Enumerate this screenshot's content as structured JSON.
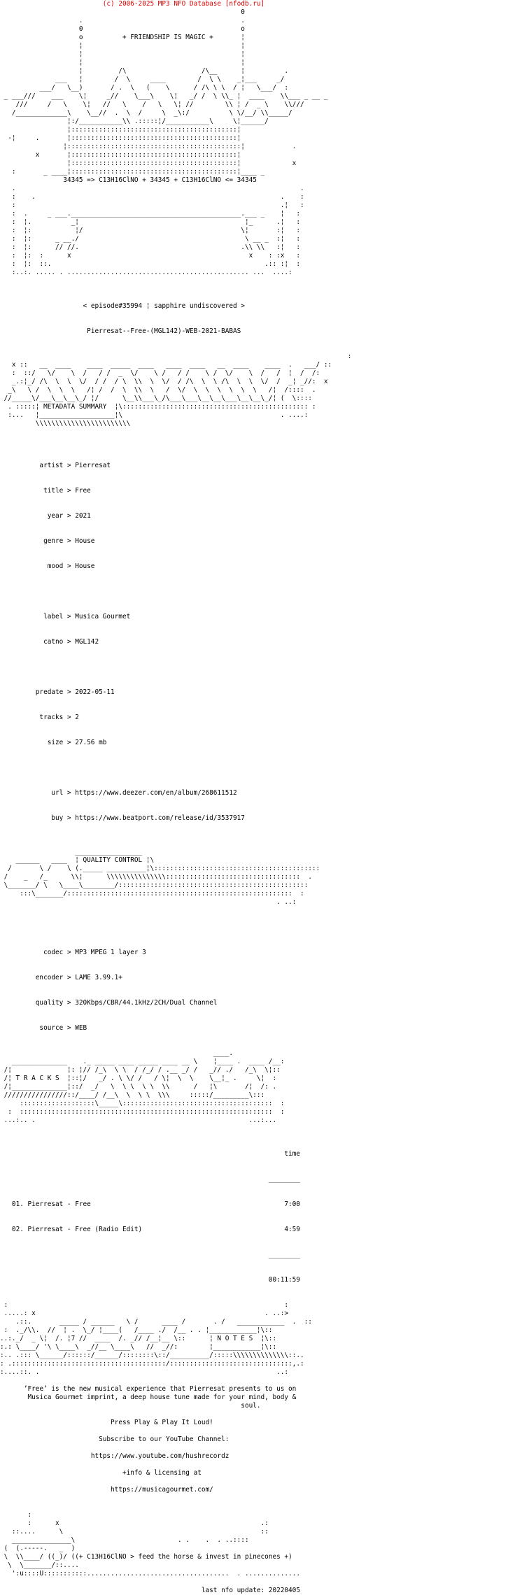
{
  "colors": {
    "header_red": "#dd0000",
    "text": "#000000",
    "background": "#ffffff"
  },
  "ui": {
    "sep": ">"
  },
  "header": {
    "copyright_line": "                          (c) 2006-2025 MP3 NFO Database [nfodb.ru]"
  },
  "art": {
    "top_a": [
      "                                                             0",
      "                    .                                        .",
      "                    0                                        o"
    ],
    "tagline_line": "                    o          + FRIENDSHIP IS MAGIC +       ¦",
    "top_b": [
      "                    ¦                                        ¦",
      "                    ¦                                        ¦",
      "                    ¦                                        ¦",
      "                    ¦         /\\                   /\\__      ¦          .",
      "              ___   ¦        /  \\     ____        /  \\ \\    _¦___     _/",
      "          ___/   \\__)       / .  \\   (    \\      / /\\ \\ \\  / ¦   \\___/  :",
      " _ ___///    ___    \\¦     _//    \\___\\    \\¦   _/ /  \\ \\\\_ ¦  ____    \\\\___ _ __ _",
      "    ///     /   \\    \\¦   //   \\    /   \\   \\¦ //        \\\\ ¦ /  _ \\    \\\\///",
      "   /_____________\\    \\__//  .  \\  /     \\  _\\:/          \\ \\/__/ \\\\_____/",
      "                 ¦:/___________\\\\ .:::::¦/___________\\     \\¦______/",
      "                 ¦::::::::::::::::::::::::::::::::::::::::::¦",
      "  -¦     .       ¦::::::::::::::::::::::::::::::::::::::::::¦",
      "                ¦::::::::::::::::::::::::::::::::::::::::::::¦            .",
      "         x       ¦::::::::::::::::::::::::::::::::::::::::::¦",
      "                 ¦::::::::::::::::::::::::::::::::::::::::::¦             x",
      "   :       _ ____¦::::::::::::::::::::::::::::::::::::::::::¦____ _"
    ],
    "formula_line": "                34345 => C13H16ClNO + 34345 + C13H16ClNO <= 34345",
    "top_c": [
      "   .                                                                        .",
      "   :    .                                                              .    :",
      "   :                                                                   .¦   :",
      "   :  .     _ ___.___________________________________________.___ _    ¦   :",
      "   :  ¦.          _¦                                          ¦_      .¦   :",
      "   :  ¦:           ¦/                                        \\¦       :¦   :",
      "   :  ¦:      _ __./                                          \\ __ _  :¦   :",
      "   :  ¦:      // //.                                         .\\\\ \\\\   :¦   :",
      "   :  ¦:  :      x                                             x    : :x   :",
      "   :  ¦:  ::.                                                      .:: :¦  :",
      "   :..:. ..... . .............................................. ...  ....:"
    ],
    "banner_metadata": [
      "                                                                                        :",
      "   x ::   __  ____    ____  _____  ____   ____  ____   __  ____    ____  .   ___/ ::",
      "   :  ::/   \\/    \\  /   / /  _  \\/    \\ /   / /    \\ /  \\/    \\  /   /  ¦  /  /:",
      "   _.:¦_/ /\\  \\  \\  \\/  / /  / \\  \\\\  \\  \\/  / /\\  \\  \\ /\\  \\  \\  \\/  /  _¦ _//:  x",
      "  _\\   \\ /  \\  \\  \\   /¦ /  /  \\  \\\\  \\   /  \\/  \\  \\  \\  \\  \\  \\   /¦  /::::  .",
      " //_____\\/___\\__\\__\\_/ ¦/      \\__\\\\___\\_/\\___\\___\\__\\__\\___\\__\\__\\_/¦ (  \\::::",
      "  . :::::¦ METADATA SUMMARY  ¦\\::::::::::::::::::::::::::::::::::::::::::::::: :",
      "  :...   ¦___________________¦\\                                        . ....:",
      "         \\\\\\\\\\\\\\\\\\\\\\\\\\\\\\\\\\\\\\\\\\\\\\\\"
    ],
    "banner_quality": [
      "                   _________________",
      "    ______   ____  ¦ QUALITY CONTROL ¦\\",
      "  /       \\ /    \\ (._____ __________¦\\::::::::::::::::::::::::::::::::::::::::::",
      " /    _   /_      \\\\¦      \\\\\\\\\\\\\\\\\\\\\\\\\\\\\\::::::::::::::::::::::::::::::::::  .",
      " \\_______/ \\   \\____\\________/::::::::::::::::::::::::::::::::::::::::::::::::",
      "     :::\\_______/:::::::::::::::::::::::::::::::::::::::::::::::::::::::::  :",
      "                                                                      . ..:"
    ],
    "banner_tracks": [
      "                                                      ____.",
      "   ______________    ._ _____ ____ _____ ____ __ \\    ¦____ .  ____ /__:",
      " /¦              ¦: ¦// /_\\  \\ \\  / /_/ / .__ _/ /   _// ./   /_\\  \\¦::",
      " /¦ T R A C K S  ¦::¦/   _/ . \\ \\/ /   / \\¦  \\  \\    \\__¦_ .     \\¦  :",
      " /¦______________¦::/  _/   \\  \\ \\  \\ \\  \\\\      /   ¦\\       /¦  /: .",
      " ////////////////::/____/ /__\\  \\  \\ \\  \\\\\\     :::::/_________\\:::",
      "     :::::::::::::::::::\\_____\\::::::::::::::::::::::::::::::::::::::  :",
      "  :  ::::::::::::::::::::::::::::::::::::::::::::::::::::::::::::::::  :",
      " ...:.. .                                                      ...:..."
    ],
    "banner_notes": [
      " :                                                                      :",
      " .....: x                                                          . ..:>",
      "    .::.       _____ / ______   \\ /      ____ /       . /   ____________  .  ::",
      " :  ._/\\\\.  //  ¦ .  \\_/ ¦____(   /____ ./  /__ . . ¦____________¦\\::",
      "..:._/  _ \\¦  /. ¦7 //  ____  /. _// /__¦__ \\::      ¦ N O T E S  ¦\\::",
      ":.: \\____/ '\\ \\____\\  _//__ \\____\\   //  _//:        ¦____________¦\\::",
      ":.. .::: \\______/::::::/______/::::::::\\::/__________/:::::\\\\\\\\\\\\\\\\\\\\\\\\\\\\::..",
      ": .:::::::::::::::::::::::::::::::::::::::/:::::::::::::::::::::::::::::::,.:",
      ":....::. .                                                            ..:"
    ],
    "bottom": [
      "       :",
      "       :      x                                                   .:",
      "   ::....      \\                                                  ::",
      "   _______________\\                          . .    .  . ..::::",
      " (  (.-----.   _  )",
      " \\  \\\\____/ ((_)/ ((+ C13H16ClNO > feed the horse & invest in pinecones +)",
      "  \\  \\_______/::....",
      "   ':u::::U:::::::::::....................................  . .............."
    ]
  },
  "release": {
    "episode_line": "                     < episode#35994 ¦ sapphire undiscovered >",
    "release_name_line": "                      Pierresat--Free-(MGL142)-WEB-2021-BABAS",
    "metadata_banner_label": "METADATA SUMMARY",
    "meta_rows": [
      {
        "key": "artist",
        "value": "Pierresat"
      },
      {
        "key": "title",
        "value": "Free"
      },
      {
        "key": "year",
        "value": "2021"
      },
      {
        "key": "genre",
        "value": "House"
      },
      {
        "key": "mood",
        "value": "House"
      },
      {
        "key": "label",
        "value": "Musica Gourmet"
      },
      {
        "key": "catno",
        "value": "MGL142"
      },
      {
        "key": "predate",
        "value": "2022-05-11"
      },
      {
        "key": "tracks",
        "value": "2"
      },
      {
        "key": "size",
        "value": "27.56 mb"
      },
      {
        "key": "url",
        "value": "https://www.deezer.com/en/album/268611512"
      },
      {
        "key": "buy",
        "value": "https://www.beatport.com/release/id/3537917"
      }
    ]
  },
  "quality": {
    "banner_label": "QUALITY CONTROL",
    "rows": [
      {
        "key": "codec",
        "value": "MP3 MPEG 1 layer 3"
      },
      {
        "key": "encoder",
        "value": "LAME 3.99.1+"
      },
      {
        "key": "quality",
        "value": "320Kbps/CBR/44.1kHz/2CH/Dual Channel"
      },
      {
        "key": "source",
        "value": "WEB"
      }
    ]
  },
  "tracklist": {
    "banner_label": "T R A C K S",
    "time_header": "time",
    "rule": "________",
    "tracks": [
      {
        "number": "01.",
        "title": "Pierresat - Free",
        "time": "7:00"
      },
      {
        "number": "02.",
        "title": "Pierresat - Free (Radio Edit)",
        "time": "4:59"
      }
    ],
    "total": "00:11:59"
  },
  "notes": {
    "banner_label": "N O T E S",
    "lines": [
      "      ’Free’ is the new musical experience that Pierresat presents to us on",
      "       Musica Gourmet imprint, a deep house tune made for your mind, body &",
      "                                                             soul."
    ],
    "press_play_line": "                            Press Play & Play It Loud!",
    "subscribe_line": "                         Subscribe to our YouTube Channel:",
    "youtube_url_line": "                       https://www.youtube.com/hushrecordz",
    "licensing_line": "                               +info & licensing at",
    "website_url_line": "                            https://musicagourmet.com/"
  },
  "footer": {
    "horse_caption": "((+ C13H16ClNO > feed the horse & invest in pinecones +)",
    "last_update_line": "                                                   last nfo update: 20220405"
  }
}
